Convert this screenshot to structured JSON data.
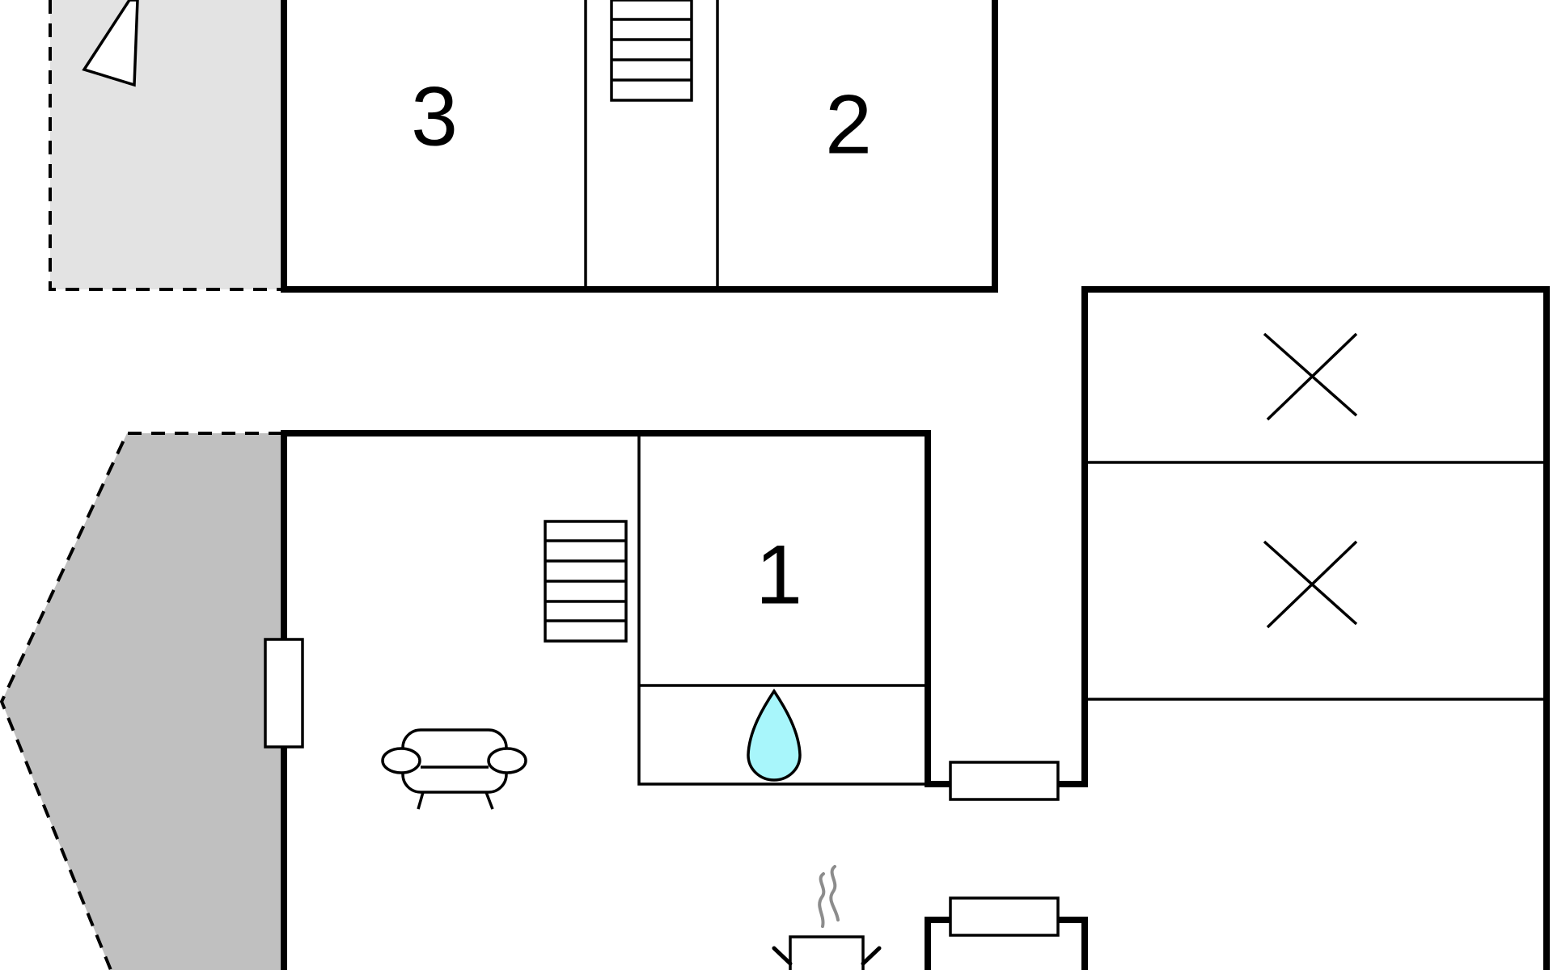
{
  "floorplan": {
    "rooms": [
      {
        "id": "room-3",
        "number": "3"
      },
      {
        "id": "room-2",
        "number": "2"
      },
      {
        "id": "room-1",
        "number": "1"
      }
    ],
    "colors": {
      "terrace_light": "#e3e3e3",
      "terrace_dark": "#c0c0c0",
      "wall": "#000000",
      "water": "#a8f6fb",
      "steam": "#8c8c8c",
      "background": "#ffffff"
    },
    "icons": [
      "stairs-icon",
      "window-icon",
      "sofa-icon",
      "water-drop-icon",
      "hot-drink-icon",
      "bed-cross-icon",
      "compass-arrow-icon"
    ]
  }
}
